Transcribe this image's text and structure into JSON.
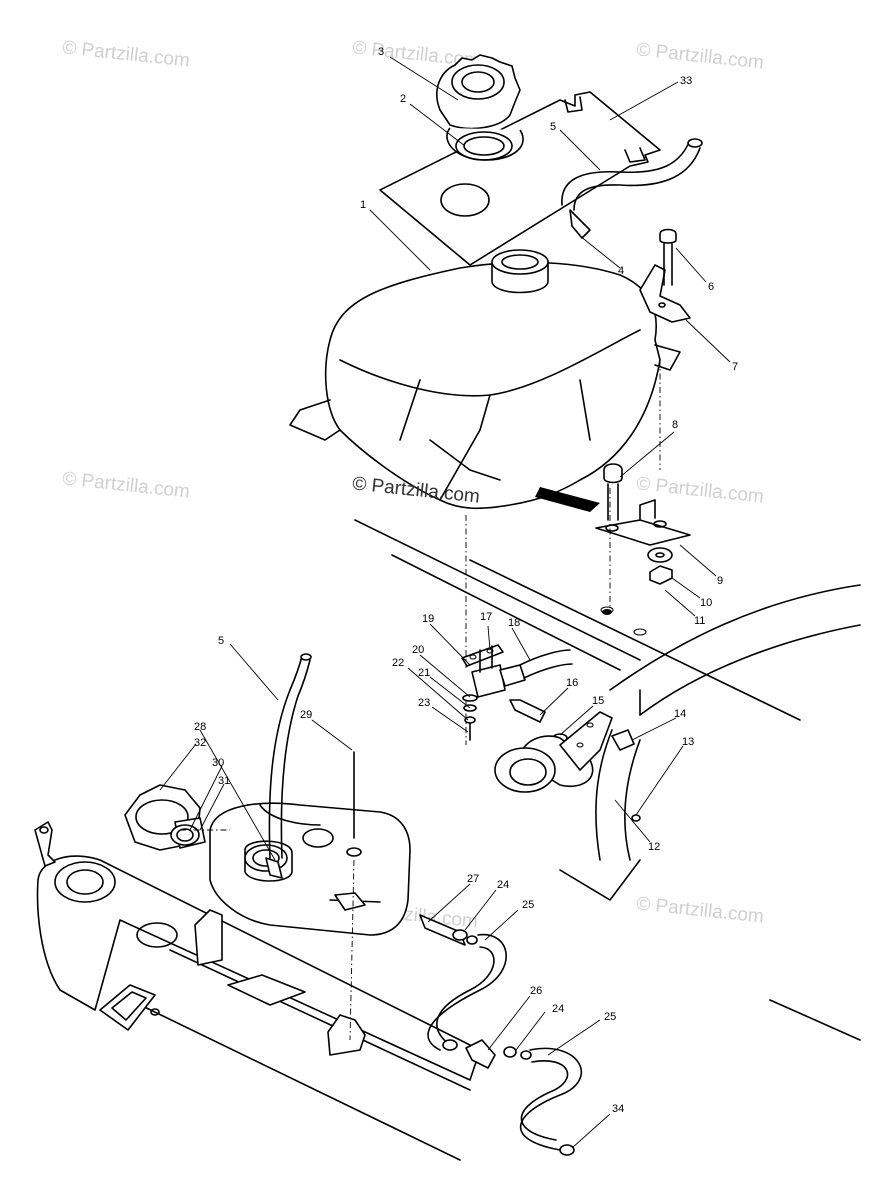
{
  "watermarks": [
    "© Partzilla.com",
    "© Partzilla.com",
    "© Partzilla.com",
    "© Partzilla.com",
    "© Partzilla.com",
    "© Partzilla.com",
    "© Partzilla.com",
    "© Partzilla.com"
  ],
  "center_watermark": "© Partzilla.com",
  "callouts": {
    "c1": "1",
    "c2": "2",
    "c3": "3",
    "c4": "4",
    "c5a": "5",
    "c5b": "5",
    "c6": "6",
    "c7": "7",
    "c8": "8",
    "c9": "9",
    "c10": "10",
    "c11": "11",
    "c12": "12",
    "c13": "13",
    "c14": "14",
    "c15": "15",
    "c16": "16",
    "c17": "17",
    "c18": "18",
    "c19": "19",
    "c20": "20",
    "c21": "21",
    "c22": "22",
    "c23": "23",
    "c24a": "24",
    "c24b": "24",
    "c25a": "25",
    "c25b": "25",
    "c26": "26",
    "c27": "27",
    "c28": "28",
    "c29": "29",
    "c30": "30",
    "c31": "31",
    "c32": "32",
    "c33": "33",
    "c34": "34"
  }
}
